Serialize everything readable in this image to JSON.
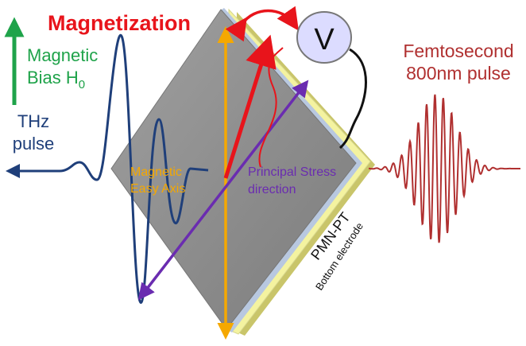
{
  "labels": {
    "magnetization": "Magnetization",
    "magnetic_bias_line1": "Magnetic",
    "magnetic_bias_line2": "Bias H",
    "magnetic_bias_subscript": "0",
    "thz_line1": "THz",
    "thz_line2": "pulse",
    "femto_line1": "Femtosecond",
    "femto_line2": "800nm pulse",
    "easy_axis_line1": "Magnetic",
    "easy_axis_line2": "Easy Axis",
    "stress_line1": "Principal Stress",
    "stress_line2": "direction",
    "pmn_pt": "PMN-PT",
    "bottom_electrode": "Bottom electrode",
    "voltmeter": "V"
  },
  "colors": {
    "magnetization": "#e8141b",
    "magnetic_bias": "#1fa34a",
    "thz": "#1f3f7a",
    "femto": "#b03030",
    "easy_axis": "#f5a800",
    "stress": "#6a2cb0",
    "film_gray": "#909090",
    "electrode_yellow": "#f4f3a0",
    "pmn_layer": "#c9c56a",
    "voltmeter_fill": "#dcdcff"
  }
}
